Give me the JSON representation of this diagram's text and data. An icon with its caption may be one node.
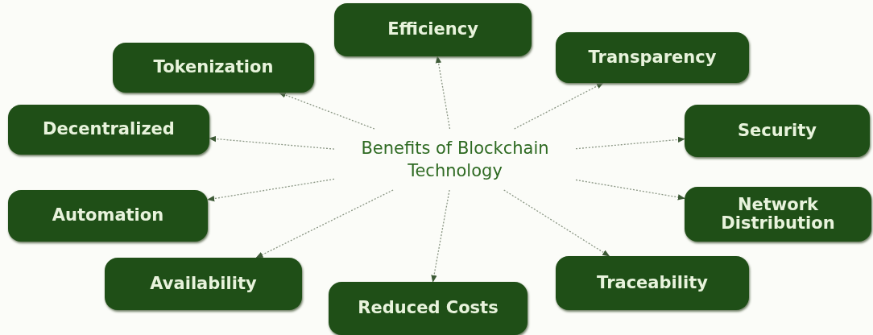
{
  "diagram": {
    "nodes": [
      {
        "text": [
          "Benefits of Blockchain Technology"
        ]
      },
      {
        "text": [
          "Efficiency"
        ]
      },
      {
        "text": [
          "Tokenization"
        ]
      },
      {
        "text": [
          "Transparency"
        ]
      },
      {
        "text": [
          "Decentralized"
        ]
      },
      {
        "text": [
          "Security"
        ]
      },
      {
        "text": [
          "Automation"
        ]
      },
      {
        "text": [
          "Network Distribution"
        ]
      },
      {
        "text": [
          "Availability"
        ]
      },
      {
        "text": [
          "Reduced Costs"
        ]
      },
      {
        "text": [
          "Traceability"
        ]
      }
    ],
    "edges": [
      {
        "from": 0,
        "to": 1,
        "arrow": "to"
      },
      {
        "from": 0,
        "to": 2,
        "arrow": "to"
      },
      {
        "from": 0,
        "to": 3,
        "arrow": "to"
      },
      {
        "from": 0,
        "to": 4,
        "arrow": "to"
      },
      {
        "from": 0,
        "to": 5,
        "arrow": "to"
      },
      {
        "from": 0,
        "to": 6,
        "arrow": "to"
      },
      {
        "from": 0,
        "to": 7,
        "arrow": "to"
      },
      {
        "from": 0,
        "to": 8,
        "arrow": "to"
      },
      {
        "from": 0,
        "to": 9,
        "arrow": "to"
      },
      {
        "from": 0,
        "to": 10,
        "arrow": "to"
      }
    ]
  }
}
